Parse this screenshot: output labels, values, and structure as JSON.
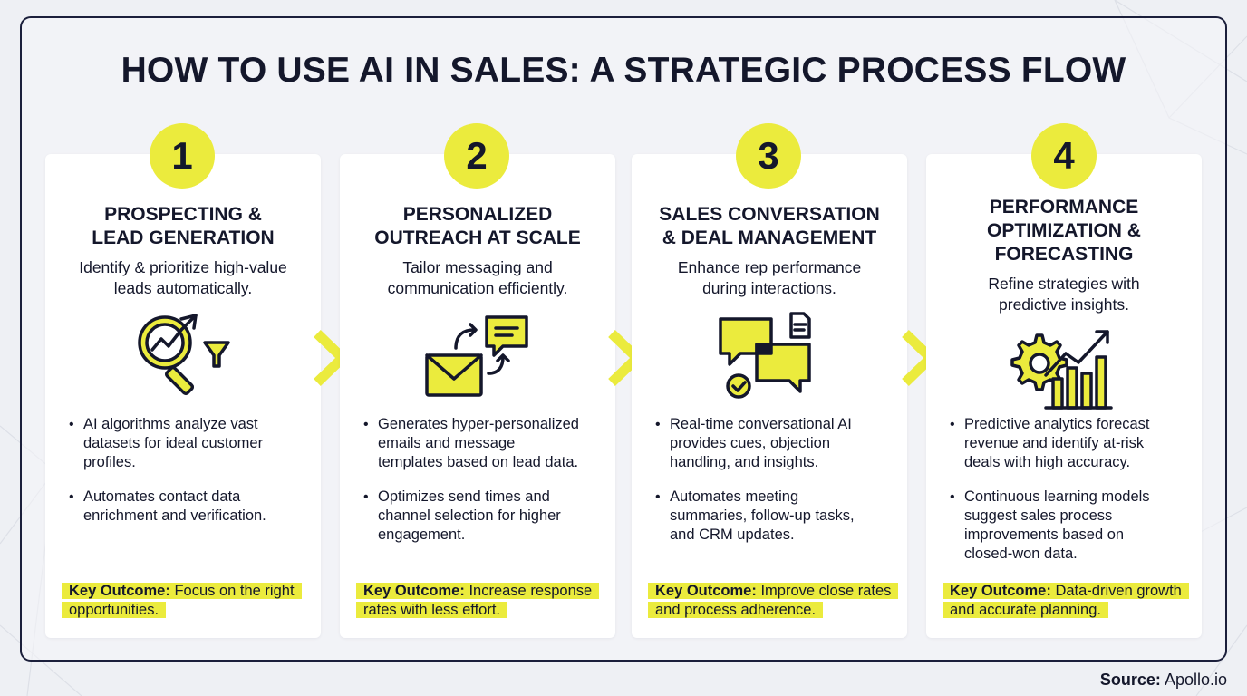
{
  "title": "HOW TO USE AI IN SALES: A STRATEGIC PROCESS FLOW",
  "accent_color": "#ebeb3d",
  "ink_color": "#14172b",
  "steps": [
    {
      "number": "1",
      "heading": "PROSPECTING &\nLEAD GENERATION",
      "description": "Identify & prioritize high-value\nleads automatically.",
      "icon": "magnifier-chart-funnel-icon",
      "bullets": [
        "AI algorithms analyze vast\ndatasets for ideal customer\nprofiles.",
        "Automates contact data\nenrichment and verification."
      ],
      "outcome_label": "Key Outcome:",
      "outcome_text": "Focus on the right opportunities."
    },
    {
      "number": "2",
      "heading": "PERSONALIZED\nOUTREACH AT SCALE",
      "description": "Tailor messaging and\ncommunication efficiently.",
      "icon": "envelope-chat-icon",
      "bullets": [
        "Generates hyper-personalized\nemails and message\ntemplates based on lead data.",
        "Optimizes send times and\nchannel selection for higher\nengagement."
      ],
      "outcome_label": "Key Outcome:",
      "outcome_text": "Increase response rates with less effort."
    },
    {
      "number": "3",
      "heading": "SALES CONVERSATION\n& DEAL MANAGEMENT",
      "description": "Enhance rep performance\nduring interactions.",
      "icon": "chat-bubbles-check-icon",
      "bullets": [
        "Real-time conversational AI\nprovides cues, objection\nhandling, and insights.",
        "Automates meeting\nsummaries, follow-up tasks,\nand CRM updates."
      ],
      "outcome_label": "Key Outcome:",
      "outcome_text": "Improve close rates and process adherence."
    },
    {
      "number": "4",
      "heading": "PERFORMANCE\nOPTIMIZATION &\nFORECASTING",
      "description": "Refine strategies with\npredictive insights.",
      "icon": "gear-growth-chart-icon",
      "bullets": [
        "Predictive analytics forecast\nrevenue and identify at-risk\ndeals with high accuracy.",
        "Continuous learning models\nsuggest sales process\nimprovements based on\nclosed-won data."
      ],
      "outcome_label": "Key Outcome:",
      "outcome_text": "Data-driven growth and accurate planning."
    }
  ],
  "source_label": "Source:",
  "source_value": "Apollo.io"
}
